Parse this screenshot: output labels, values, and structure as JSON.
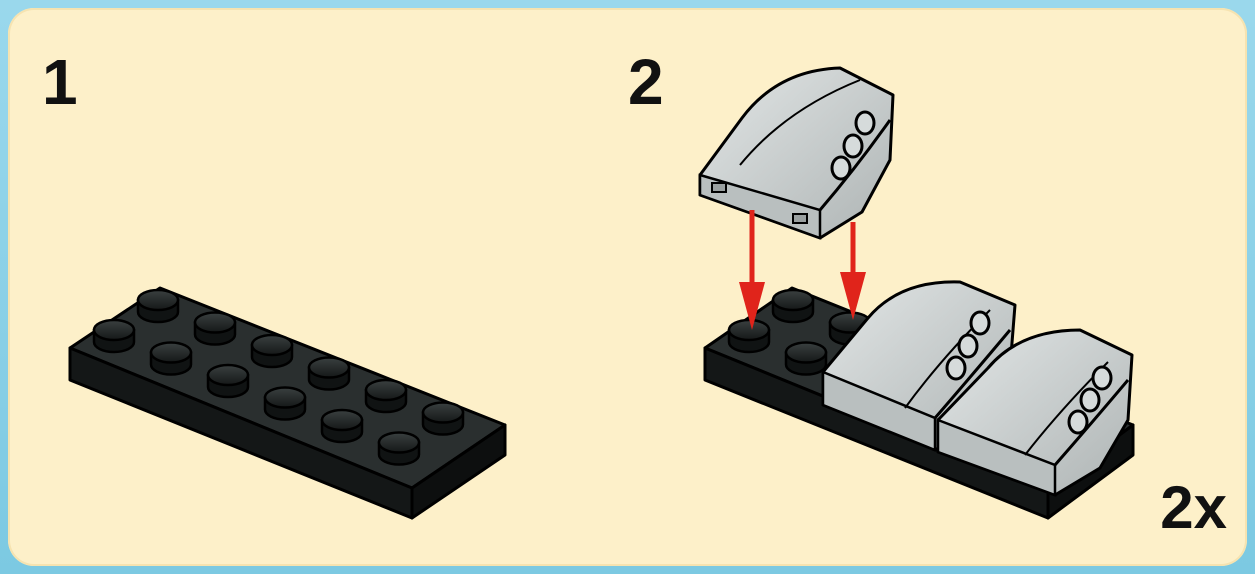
{
  "steps": [
    {
      "number": "1"
    },
    {
      "number": "2"
    }
  ],
  "quantity": "2x",
  "colors": {
    "background": "#fdf0c9",
    "border": "#8fd3e8",
    "plate": "#1c2020",
    "slope": "#c8cdcd",
    "arrow": "#e0241b"
  }
}
